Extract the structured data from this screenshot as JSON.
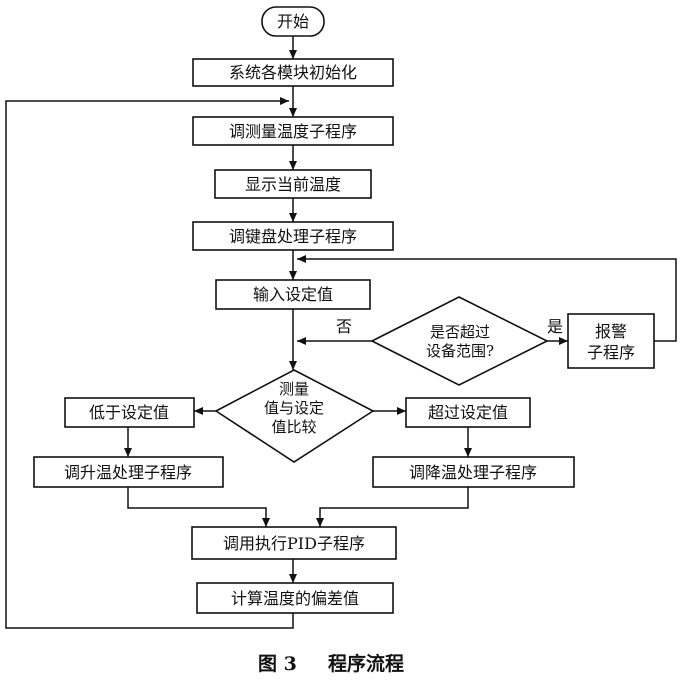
{
  "nodes": {
    "start": "开始",
    "init": "系统各模块初始化",
    "measure_temp": "调测量温度子程序",
    "display_temp": "显示当前温度",
    "keyboard": "调键盘处理子程序",
    "input_setpoint": "输入设定值",
    "range_check_line1": "是否超过",
    "range_check_line2": "设备范围?",
    "alarm_line1": "报警",
    "alarm_line2": "子程序",
    "compare_line1": "测量",
    "compare_line2": "值与设定",
    "compare_line3": "值比较",
    "below_setpoint": "低于设定值",
    "above_setpoint": "超过设定值",
    "heat": "调升温处理子程序",
    "cool": "调降温处理子程序",
    "pid": "调用执行PID子程序",
    "deviation": "计算温度的偏差值"
  },
  "labels": {
    "no": "否",
    "yes": "是"
  },
  "caption": {
    "figure": "图 3",
    "title": "程序流程"
  }
}
